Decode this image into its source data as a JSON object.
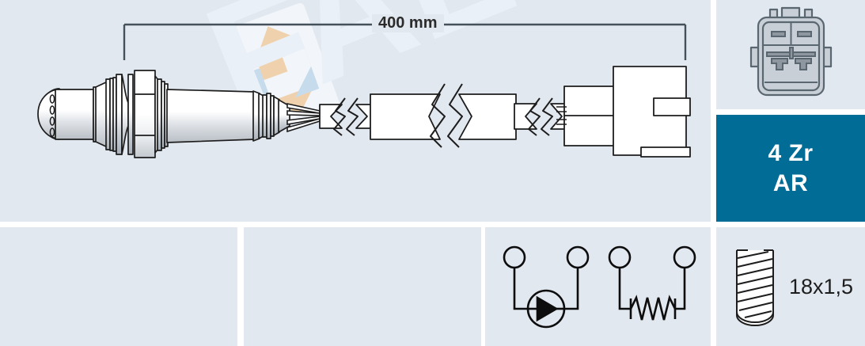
{
  "sheet": {
    "background": "#ffffff",
    "panel_background": "#e2e8f0",
    "accent_color": "#016c96",
    "line_color": "#1d1d1d"
  },
  "main_panel": {
    "dimension": {
      "label": "400 mm",
      "value": 400,
      "unit": "mm"
    },
    "product_type": "oxygen-sensor-lambda-probe",
    "parts": [
      "protective-cap-with-vent-holes",
      "sensor-shield-body",
      "sealing-washer",
      "hex-nut",
      "threaded-collar",
      "main-sensor-housing",
      "cable-boot",
      "four-wire-cable",
      "connector-plug"
    ],
    "wire_count": 4,
    "break_symbols": 3,
    "watermark": {
      "brand": "FAE",
      "logo_arrow_color": "#efd2ad",
      "logo_square_color": "#c6dcec",
      "logo_diamond_color": "#f2f6fa"
    }
  },
  "connector_panel": {
    "view": "connector-face-pinout",
    "pin_count": 4,
    "terminal_rows": 2
  },
  "badge_panel": {
    "lines": [
      "4 Zr",
      "AR"
    ],
    "line1": "4 Zr",
    "line2": "AR",
    "wire_count": "4",
    "element_type": "Zr",
    "code": "AR",
    "background": "#016c96",
    "text_color": "#ffffff"
  },
  "schematic_panel": {
    "circuits": [
      {
        "name": "sensing-element",
        "symbol": "circle-with-triangle",
        "terminals": 2
      },
      {
        "name": "heater-element",
        "symbol": "zigzag-resistor",
        "terminals": 2
      }
    ]
  },
  "thread_panel": {
    "label": "18x1,5",
    "diameter_mm": 18,
    "pitch_mm": 1.5,
    "icon": "threaded-bore-icon"
  },
  "blank_panels": [
    {
      "name": "blank-panel-a",
      "content": ""
    },
    {
      "name": "blank-panel-b",
      "content": ""
    }
  ]
}
